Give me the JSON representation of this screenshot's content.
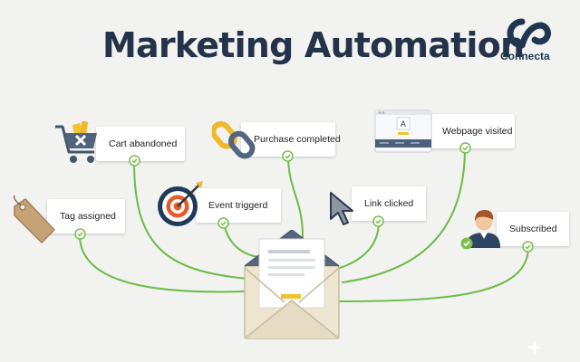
{
  "header": {
    "title": "Marketing Automation"
  },
  "brand": {
    "name": "Connecta",
    "color": "#1f3550"
  },
  "colors": {
    "connector": "#6dbb46",
    "check": "#7cc04e"
  },
  "triggers": [
    {
      "label": "Cart abandoned",
      "icon": "shopping-cart-icon"
    },
    {
      "label": "Purchase completed",
      "icon": "chain-link-icon"
    },
    {
      "label": "Webpage visited",
      "icon": "browser-window-icon"
    },
    {
      "label": "Tag assigned",
      "icon": "price-tag-icon"
    },
    {
      "label": "Event triggerd",
      "icon": "target-arrow-icon"
    },
    {
      "label": "Link clicked",
      "icon": "mouse-cursor-icon"
    },
    {
      "label": "Subscribed",
      "icon": "user-avatar-icon"
    }
  ],
  "center": {
    "icon": "email-envelope-icon"
  }
}
